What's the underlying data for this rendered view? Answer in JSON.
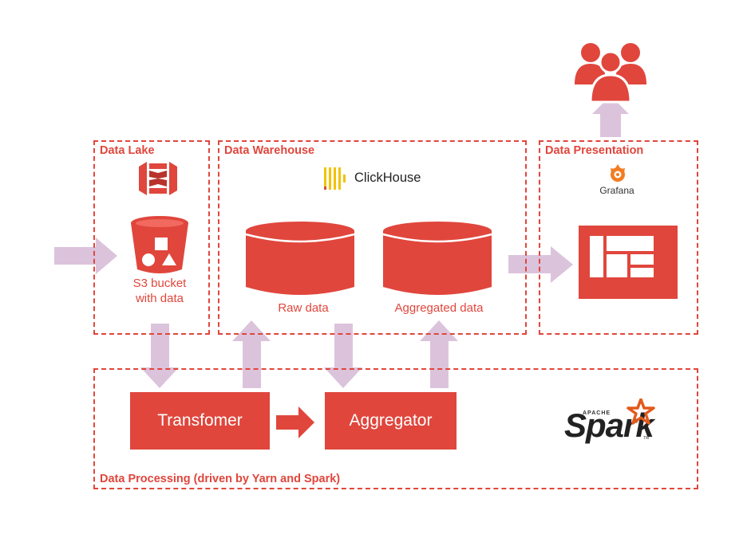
{
  "zones": {
    "data_lake": "Data Lake",
    "data_warehouse": "Data Warehouse",
    "data_presentation": "Data Presentation",
    "data_processing": "Data Processing (driven by Yarn and Spark)"
  },
  "s3": {
    "label_line1": "S3 bucket",
    "label_line2": "with data"
  },
  "clickhouse": {
    "logo_text": "ClickHouse"
  },
  "grafana": {
    "logo_text": "Grafana"
  },
  "warehouse": {
    "raw_label": "Raw data",
    "aggregated_label": "Aggregated data"
  },
  "processing": {
    "transformer_label": "Transfomer",
    "aggregator_label": "Aggregator"
  },
  "spark": {
    "logo_text": "Spark",
    "apache_text": "APACHE",
    "tm": "TM"
  },
  "colors": {
    "accent": "#e0463c",
    "arrow": "#dcc3dc",
    "clickhouse_yellow": "#f2c200",
    "grafana_orange": "#f37b21"
  },
  "icons": [
    "users-icon",
    "aws-s3-icon",
    "s3-bucket-icon",
    "clickhouse-logo-icon",
    "grafana-logo-icon",
    "dashboard-icon",
    "database-icon",
    "spark-star-icon",
    "arrow-icon"
  ]
}
